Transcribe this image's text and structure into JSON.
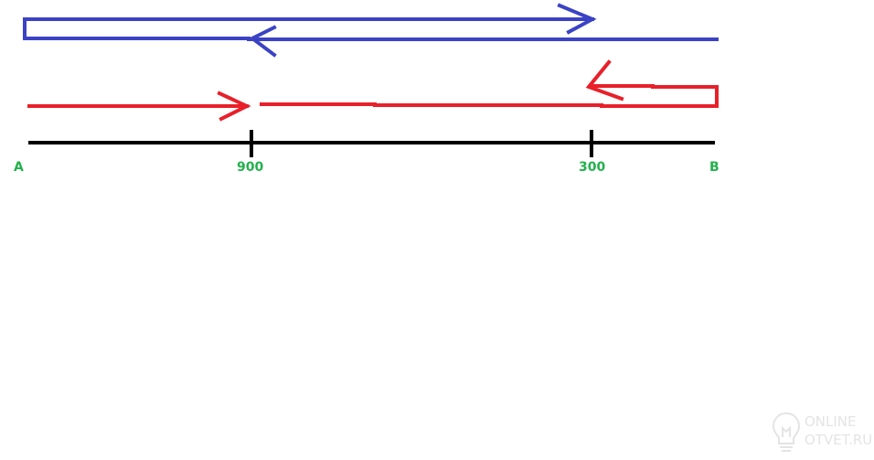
{
  "labels": {
    "a": "A",
    "p900": "900",
    "p300": "300",
    "b": "B"
  },
  "watermark": {
    "line1": "ONLINE",
    "line2": "OTVET.RU"
  },
  "colors": {
    "blue": "#3b43c4",
    "red": "#e8202a",
    "axis": "#000000",
    "label": "#22b14c",
    "watermark": "#e4e4e4"
  },
  "icons": {
    "watermark_logo": "lightbulb-icon"
  }
}
